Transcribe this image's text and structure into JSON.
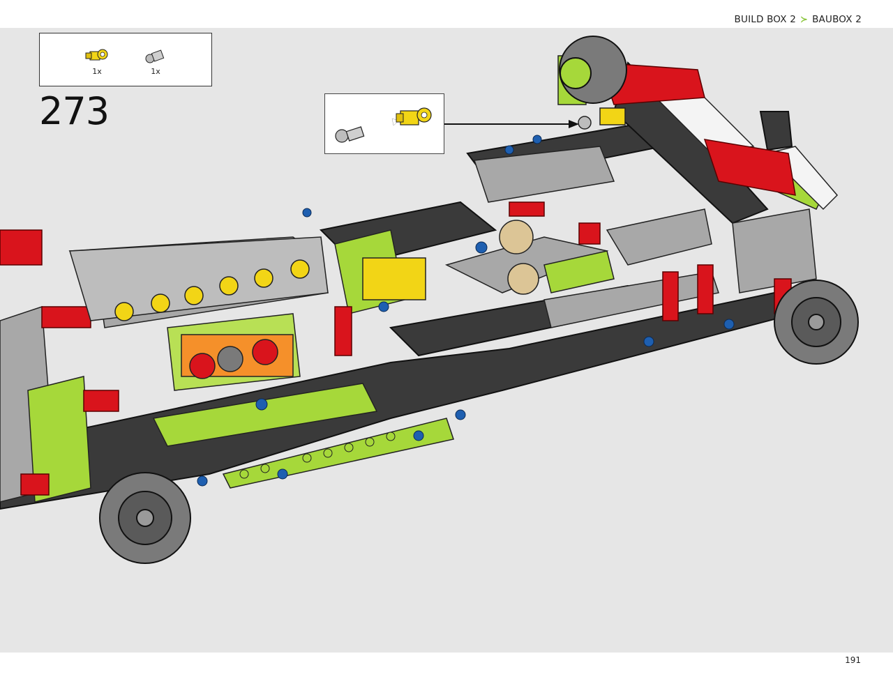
{
  "header": {
    "breadcrumb_en": "BUILD BOX 2",
    "breadcrumb_sep": "≻",
    "breadcrumb_de": "BAUBOX 2"
  },
  "parts_list": [
    {
      "name": "yellow-axle-connector",
      "color": "#f5d21a",
      "qty": "1x"
    },
    {
      "name": "gray-ball-pin",
      "color": "#a9a9a9",
      "qty": "1x"
    }
  ],
  "step": {
    "number": "273"
  },
  "footer": {
    "page_number": "191"
  },
  "colors": {
    "background": "#e6e6e6",
    "lime": "#a6d83a",
    "red": "#d9141c",
    "dark": "#3a3a3a",
    "gray": "#9a9a9a",
    "yellow": "#f2d516",
    "blue": "#1e5fb0",
    "tan": "#dcc596",
    "orange": "#f5902a"
  }
}
